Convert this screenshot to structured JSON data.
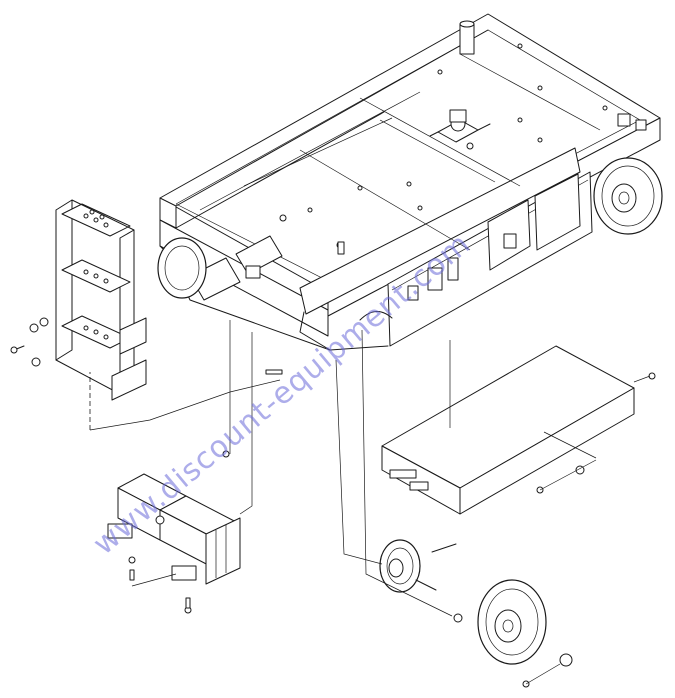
{
  "watermark": {
    "text": "www.discount-equipment.com",
    "color": "#6a6ad8"
  },
  "diagram": {
    "components": [
      "lift-chassis",
      "access-ladder",
      "battery-tray",
      "pump-motor-unit",
      "rear-wheels",
      "front-wheel",
      "wheel-motor-hub",
      "fasteners"
    ]
  }
}
